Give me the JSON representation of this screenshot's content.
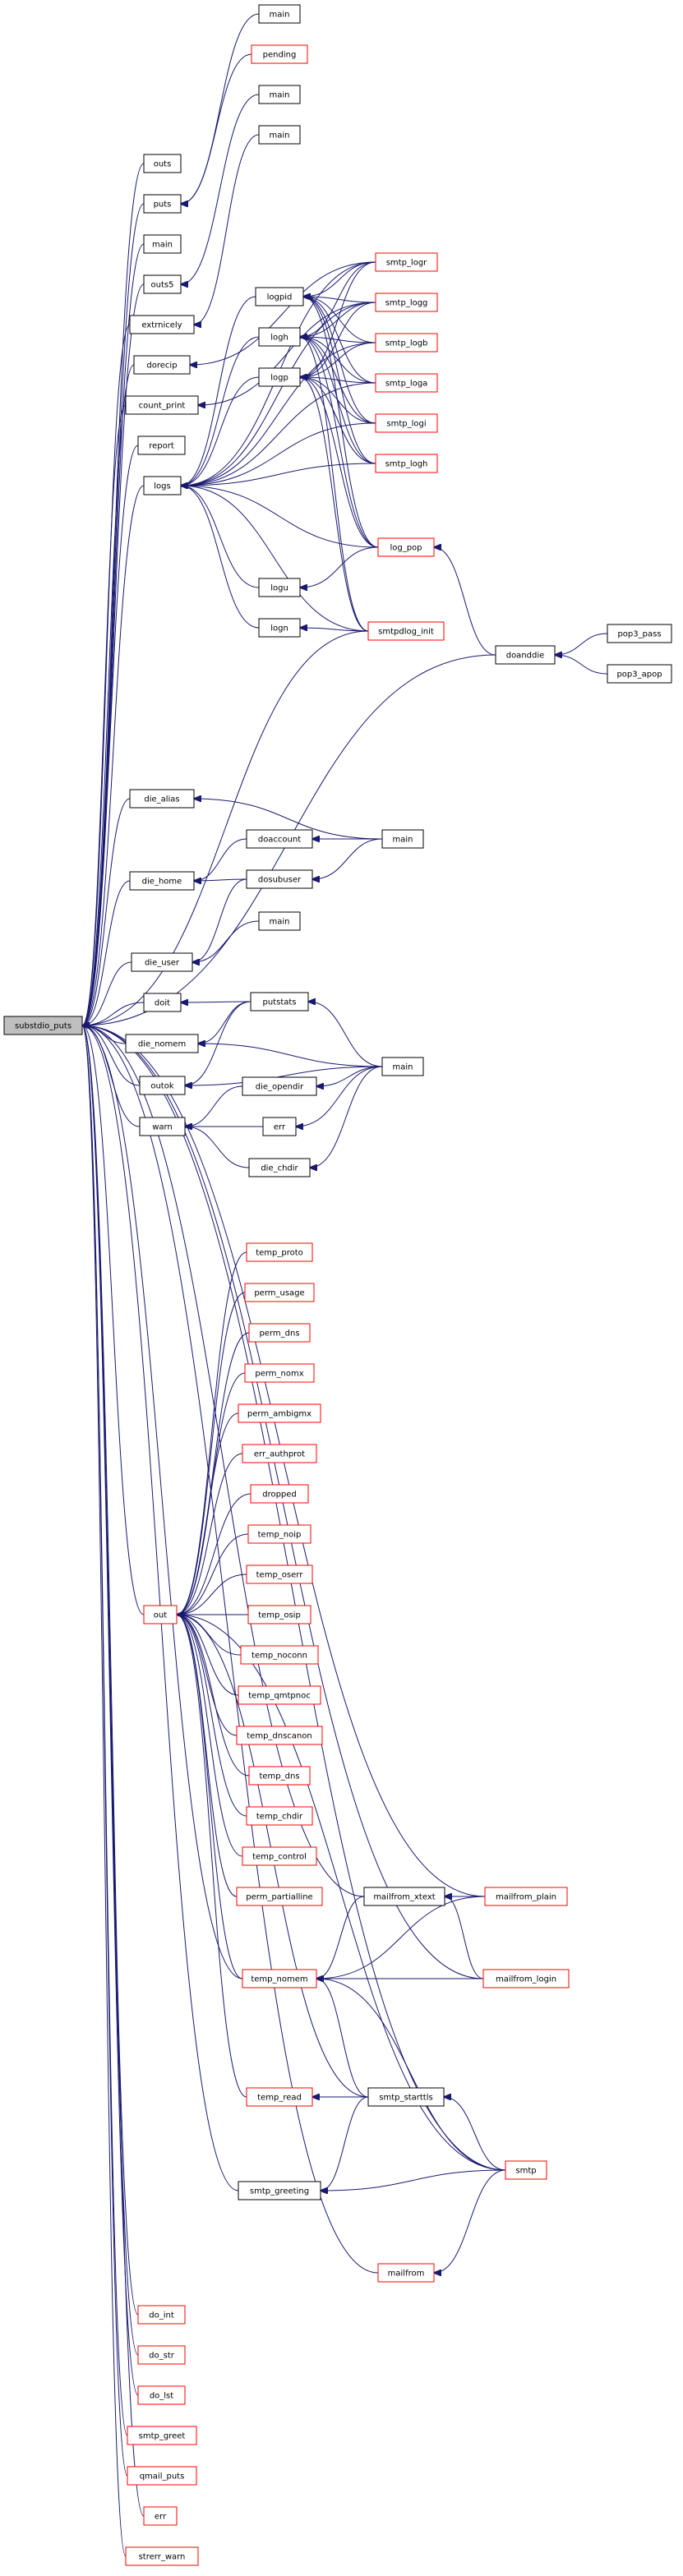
{
  "title": "",
  "colors": {
    "edge": "#191970",
    "border_black": "#000000",
    "border_red": "#ff0000",
    "root_fill": "#bfbfbf",
    "node_fill": "#ffffff",
    "text": "#000000"
  },
  "nodes": {
    "n_substdio_puts": {
      "label": "substdio_puts",
      "style": "root"
    },
    "n_outs": {
      "label": "outs",
      "style": "black"
    },
    "n_puts": {
      "label": "puts",
      "style": "black"
    },
    "n_main_a": {
      "label": "main",
      "style": "black"
    },
    "n_outs5": {
      "label": "outs5",
      "style": "black"
    },
    "n_extrnicely": {
      "label": "extrnicely",
      "style": "black"
    },
    "n_dorecip": {
      "label": "dorecip",
      "style": "black"
    },
    "n_count_print": {
      "label": "count_print",
      "style": "black"
    },
    "n_report": {
      "label": "report",
      "style": "black"
    },
    "n_logs": {
      "label": "logs",
      "style": "black"
    },
    "n_main_top": {
      "label": "main",
      "style": "black"
    },
    "n_pending": {
      "label": "pending",
      "style": "red"
    },
    "n_main_b": {
      "label": "main",
      "style": "black"
    },
    "n_main_c": {
      "label": "main",
      "style": "black"
    },
    "n_logpid": {
      "label": "logpid",
      "style": "black"
    },
    "n_logh": {
      "label": "logh",
      "style": "black"
    },
    "n_logp": {
      "label": "logp",
      "style": "black"
    },
    "n_logu": {
      "label": "logu",
      "style": "black"
    },
    "n_logn": {
      "label": "logn",
      "style": "black"
    },
    "n_smtp_logr": {
      "label": "smtp_logr",
      "style": "red"
    },
    "n_smtp_logg": {
      "label": "smtp_logg",
      "style": "red"
    },
    "n_smtp_logb": {
      "label": "smtp_logb",
      "style": "red"
    },
    "n_smtp_loga": {
      "label": "smtp_loga",
      "style": "red"
    },
    "n_smtp_logi": {
      "label": "smtp_logi",
      "style": "red"
    },
    "n_smtp_logh": {
      "label": "smtp_logh",
      "style": "red"
    },
    "n_log_pop": {
      "label": "log_pop",
      "style": "red"
    },
    "n_smtpdlog_init": {
      "label": "smtpdlog_init",
      "style": "red"
    },
    "n_doanddie": {
      "label": "doanddie",
      "style": "black"
    },
    "n_pop3_pass": {
      "label": "pop3_pass",
      "style": "black"
    },
    "n_pop3_apop": {
      "label": "pop3_apop",
      "style": "black"
    },
    "n_die_alias": {
      "label": "die_alias",
      "style": "black"
    },
    "n_doaccount": {
      "label": "doaccount",
      "style": "black"
    },
    "n_main_d": {
      "label": "main",
      "style": "black"
    },
    "n_die_home": {
      "label": "die_home",
      "style": "black"
    },
    "n_dosubuser": {
      "label": "dosubuser",
      "style": "black"
    },
    "n_main_e": {
      "label": "main",
      "style": "black"
    },
    "n_die_user": {
      "label": "die_user",
      "style": "black"
    },
    "n_doit": {
      "label": "doit",
      "style": "black"
    },
    "n_putstats": {
      "label": "putstats",
      "style": "black"
    },
    "n_die_nomem": {
      "label": "die_nomem",
      "style": "black"
    },
    "n_main_f": {
      "label": "main",
      "style": "black"
    },
    "n_outok": {
      "label": "outok",
      "style": "black"
    },
    "n_die_opendir": {
      "label": "die_opendir",
      "style": "black"
    },
    "n_warn": {
      "label": "warn",
      "style": "black"
    },
    "n_err_a": {
      "label": "err",
      "style": "black"
    },
    "n_die_chdir": {
      "label": "die_chdir",
      "style": "black"
    },
    "n_temp_proto": {
      "label": "temp_proto",
      "style": "red"
    },
    "n_perm_usage": {
      "label": "perm_usage",
      "style": "red"
    },
    "n_perm_dns": {
      "label": "perm_dns",
      "style": "red"
    },
    "n_perm_nomx": {
      "label": "perm_nomx",
      "style": "red"
    },
    "n_perm_ambigmx": {
      "label": "perm_ambigmx",
      "style": "red"
    },
    "n_err_authprot": {
      "label": "err_authprot",
      "style": "red"
    },
    "n_dropped": {
      "label": "dropped",
      "style": "red"
    },
    "n_temp_noip": {
      "label": "temp_noip",
      "style": "red"
    },
    "n_temp_oserr": {
      "label": "temp_oserr",
      "style": "red"
    },
    "n_out": {
      "label": "out",
      "style": "red"
    },
    "n_temp_osip": {
      "label": "temp_osip",
      "style": "red"
    },
    "n_temp_noconn": {
      "label": "temp_noconn",
      "style": "red"
    },
    "n_temp_qmtpnoc": {
      "label": "temp_qmtpnoc",
      "style": "red"
    },
    "n_temp_dnscanon": {
      "label": "temp_dnscanon",
      "style": "red"
    },
    "n_temp_dns": {
      "label": "temp_dns",
      "style": "red"
    },
    "n_temp_chdir": {
      "label": "temp_chdir",
      "style": "red"
    },
    "n_temp_control": {
      "label": "temp_control",
      "style": "red"
    },
    "n_perm_partialline": {
      "label": "perm_partialline",
      "style": "red"
    },
    "n_mailfrom_xtext": {
      "label": "mailfrom_xtext",
      "style": "black"
    },
    "n_mailfrom_plain": {
      "label": "mailfrom_plain",
      "style": "red"
    },
    "n_temp_nomem": {
      "label": "temp_nomem",
      "style": "red"
    },
    "n_mailfrom_login": {
      "label": "mailfrom_login",
      "style": "red"
    },
    "n_temp_read": {
      "label": "temp_read",
      "style": "red"
    },
    "n_smtp_starttls": {
      "label": "smtp_starttls",
      "style": "black"
    },
    "n_smtp_greeting": {
      "label": "smtp_greeting",
      "style": "black"
    },
    "n_smtp": {
      "label": "smtp",
      "style": "red"
    },
    "n_mailfrom": {
      "label": "mailfrom",
      "style": "red"
    },
    "n_do_int": {
      "label": "do_int",
      "style": "red"
    },
    "n_do_str": {
      "label": "do_str",
      "style": "red"
    },
    "n_do_lst": {
      "label": "do_lst",
      "style": "red"
    },
    "n_smtp_greet": {
      "label": "smtp_greet",
      "style": "red"
    },
    "n_qmail_puts": {
      "label": "qmail_puts",
      "style": "red"
    },
    "n_err_b": {
      "label": "err",
      "style": "red"
    },
    "n_strerr_warn": {
      "label": "strerr_warn",
      "style": "red"
    }
  },
  "edges": [
    [
      "n_outs",
      "n_substdio_puts"
    ],
    [
      "n_puts",
      "n_substdio_puts"
    ],
    [
      "n_main_a",
      "n_substdio_puts"
    ],
    [
      "n_outs5",
      "n_substdio_puts"
    ],
    [
      "n_extrnicely",
      "n_substdio_puts"
    ],
    [
      "n_dorecip",
      "n_substdio_puts"
    ],
    [
      "n_count_print",
      "n_substdio_puts"
    ],
    [
      "n_report",
      "n_substdio_puts"
    ],
    [
      "n_logs",
      "n_substdio_puts"
    ],
    [
      "n_die_alias",
      "n_substdio_puts"
    ],
    [
      "n_die_home",
      "n_substdio_puts"
    ],
    [
      "n_die_user",
      "n_substdio_puts"
    ],
    [
      "n_doit",
      "n_substdio_puts"
    ],
    [
      "n_die_nomem",
      "n_substdio_puts"
    ],
    [
      "n_outok",
      "n_substdio_puts"
    ],
    [
      "n_warn",
      "n_substdio_puts"
    ],
    [
      "n_out",
      "n_substdio_puts"
    ],
    [
      "n_do_int",
      "n_substdio_puts"
    ],
    [
      "n_do_str",
      "n_substdio_puts"
    ],
    [
      "n_do_lst",
      "n_substdio_puts"
    ],
    [
      "n_smtp_greet",
      "n_substdio_puts"
    ],
    [
      "n_qmail_puts",
      "n_substdio_puts"
    ],
    [
      "n_err_b",
      "n_substdio_puts"
    ],
    [
      "n_strerr_warn",
      "n_substdio_puts"
    ],
    [
      "n_doanddie",
      "n_substdio_puts"
    ],
    [
      "n_mailfrom_plain",
      "n_substdio_puts"
    ],
    [
      "n_mailfrom_xtext",
      "n_substdio_puts"
    ],
    [
      "n_mailfrom_login",
      "n_substdio_puts"
    ],
    [
      "n_temp_nomem",
      "n_substdio_puts"
    ],
    [
      "n_smtp_greeting",
      "n_substdio_puts"
    ],
    [
      "n_smtp",
      "n_substdio_puts"
    ],
    [
      "n_mailfrom",
      "n_substdio_puts"
    ],
    [
      "n_smtpdlog_init",
      "n_substdio_puts"
    ],
    [
      "n_main_top",
      "n_puts"
    ],
    [
      "n_pending",
      "n_puts"
    ],
    [
      "n_main_b",
      "n_outs5"
    ],
    [
      "n_main_c",
      "n_extrnicely"
    ],
    [
      "n_smtp_logr",
      "n_dorecip"
    ],
    [
      "n_smtp_logg",
      "n_count_print"
    ],
    [
      "n_logpid",
      "n_logs"
    ],
    [
      "n_logh",
      "n_logs"
    ],
    [
      "n_logp",
      "n_logs"
    ],
    [
      "n_logu",
      "n_logs"
    ],
    [
      "n_logn",
      "n_logs"
    ],
    [
      "n_smtp_logr",
      "n_logs"
    ],
    [
      "n_smtp_logg",
      "n_logs"
    ],
    [
      "n_smtp_logb",
      "n_logs"
    ],
    [
      "n_smtp_loga",
      "n_logs"
    ],
    [
      "n_smtp_logi",
      "n_logs"
    ],
    [
      "n_smtp_logh",
      "n_logs"
    ],
    [
      "n_log_pop",
      "n_logs"
    ],
    [
      "n_smtpdlog_init",
      "n_logs"
    ],
    [
      "n_smtp_logr",
      "n_logpid"
    ],
    [
      "n_smtp_logg",
      "n_logpid"
    ],
    [
      "n_smtp_logb",
      "n_logpid"
    ],
    [
      "n_smtp_loga",
      "n_logpid"
    ],
    [
      "n_smtp_logi",
      "n_logpid"
    ],
    [
      "n_smtp_logh",
      "n_logpid"
    ],
    [
      "n_log_pop",
      "n_logpid"
    ],
    [
      "n_smtp_logr",
      "n_logh"
    ],
    [
      "n_smtp_logg",
      "n_logh"
    ],
    [
      "n_smtp_logb",
      "n_logh"
    ],
    [
      "n_smtp_loga",
      "n_logh"
    ],
    [
      "n_smtp_logi",
      "n_logh"
    ],
    [
      "n_smtp_logh",
      "n_logh"
    ],
    [
      "n_log_pop",
      "n_logh"
    ],
    [
      "n_smtpdlog_init",
      "n_logh"
    ],
    [
      "n_smtp_logr",
      "n_logp"
    ],
    [
      "n_smtp_logg",
      "n_logp"
    ],
    [
      "n_smtp_logb",
      "n_logp"
    ],
    [
      "n_smtp_loga",
      "n_logp"
    ],
    [
      "n_smtp_logi",
      "n_logp"
    ],
    [
      "n_smtp_logh",
      "n_logp"
    ],
    [
      "n_log_pop",
      "n_logp"
    ],
    [
      "n_smtpdlog_init",
      "n_logp"
    ],
    [
      "n_log_pop",
      "n_logu"
    ],
    [
      "n_smtpdlog_init",
      "n_logn"
    ],
    [
      "n_doanddie",
      "n_log_pop"
    ],
    [
      "n_pop3_pass",
      "n_doanddie"
    ],
    [
      "n_pop3_apop",
      "n_doanddie"
    ],
    [
      "n_main_d",
      "n_die_alias"
    ],
    [
      "n_main_d",
      "n_doaccount"
    ],
    [
      "n_doaccount",
      "n_die_home"
    ],
    [
      "n_dosubuser",
      "n_die_home"
    ],
    [
      "n_main_d",
      "n_dosubuser"
    ],
    [
      "n_dosubuser",
      "n_die_user"
    ],
    [
      "n_main_e",
      "n_die_user"
    ],
    [
      "n_putstats",
      "n_doit"
    ],
    [
      "n_putstats",
      "n_die_nomem"
    ],
    [
      "n_main_f",
      "n_die_nomem"
    ],
    [
      "n_main_f",
      "n_putstats"
    ],
    [
      "n_putstats",
      "n_outok"
    ],
    [
      "n_main_f",
      "n_outok"
    ],
    [
      "n_die_opendir",
      "n_warn"
    ],
    [
      "n_err_a",
      "n_warn"
    ],
    [
      "n_die_chdir",
      "n_warn"
    ],
    [
      "n_main_f",
      "n_die_opendir"
    ],
    [
      "n_main_f",
      "n_err_a"
    ],
    [
      "n_main_f",
      "n_die_chdir"
    ],
    [
      "n_temp_proto",
      "n_out"
    ],
    [
      "n_perm_usage",
      "n_out"
    ],
    [
      "n_perm_dns",
      "n_out"
    ],
    [
      "n_perm_nomx",
      "n_out"
    ],
    [
      "n_perm_ambigmx",
      "n_out"
    ],
    [
      "n_err_authprot",
      "n_out"
    ],
    [
      "n_dropped",
      "n_out"
    ],
    [
      "n_temp_noip",
      "n_out"
    ],
    [
      "n_temp_oserr",
      "n_out"
    ],
    [
      "n_temp_osip",
      "n_out"
    ],
    [
      "n_temp_noconn",
      "n_out"
    ],
    [
      "n_temp_qmtpnoc",
      "n_out"
    ],
    [
      "n_temp_dnscanon",
      "n_out"
    ],
    [
      "n_temp_dns",
      "n_out"
    ],
    [
      "n_temp_chdir",
      "n_out"
    ],
    [
      "n_temp_control",
      "n_out"
    ],
    [
      "n_perm_partialline",
      "n_out"
    ],
    [
      "n_temp_nomem",
      "n_out"
    ],
    [
      "n_temp_read",
      "n_out"
    ],
    [
      "n_smtp_starttls",
      "n_out"
    ],
    [
      "n_smtp",
      "n_out"
    ],
    [
      "n_mailfrom_plain",
      "n_mailfrom_xtext"
    ],
    [
      "n_mailfrom_login",
      "n_mailfrom_xtext"
    ],
    [
      "n_mailfrom_xtext",
      "n_temp_nomem"
    ],
    [
      "n_mailfrom_plain",
      "n_temp_nomem"
    ],
    [
      "n_mailfrom_login",
      "n_temp_nomem"
    ],
    [
      "n_smtp_starttls",
      "n_temp_nomem"
    ],
    [
      "n_smtp",
      "n_temp_nomem"
    ],
    [
      "n_smtp_starttls",
      "n_temp_read"
    ],
    [
      "n_smtp",
      "n_smtp_starttls"
    ],
    [
      "n_smtp_starttls",
      "n_smtp_greeting"
    ],
    [
      "n_smtp",
      "n_smtp_greeting"
    ],
    [
      "n_smtp",
      "n_mailfrom"
    ]
  ]
}
